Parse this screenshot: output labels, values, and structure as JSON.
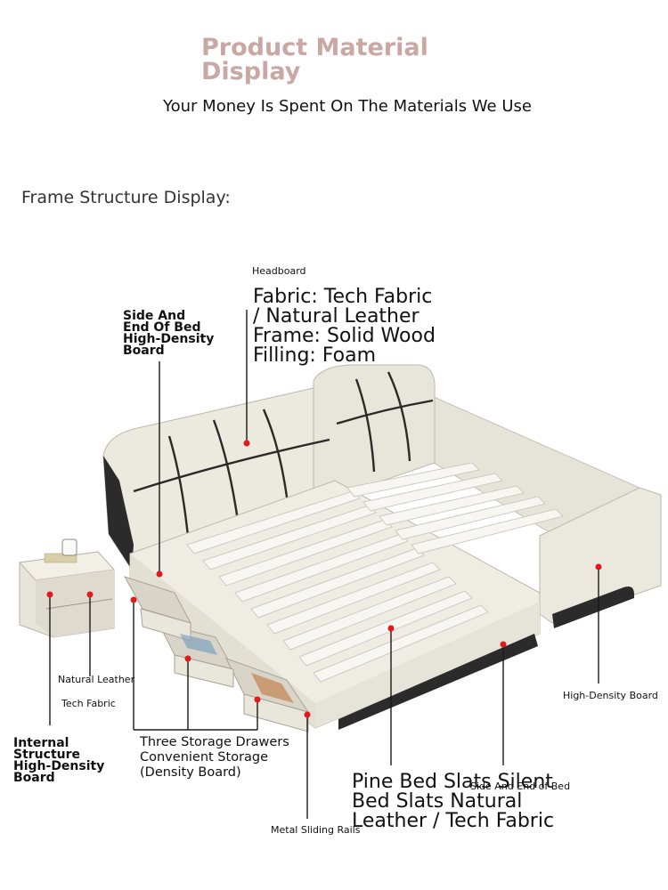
{
  "header": {
    "title_line1": "Product Material",
    "title_line2": "Display",
    "subtitle": "Your Money Is Spent On The Materials We Use"
  },
  "section": {
    "title": "Frame Structure Display:"
  },
  "callouts": {
    "headboard": "Headboard",
    "headboard_spec": [
      "Fabric: Tech Fabric",
      "/ Natural Leather",
      "Frame: Solid Wood",
      "Filling: Foam"
    ],
    "side_end": [
      "Side And",
      "End Of Bed",
      "High-Density",
      "Board"
    ],
    "natural_leather": "Natural Leather",
    "tech_fabric": "Tech Fabric",
    "internal_structure": [
      "Internal",
      "Structure",
      "High-Density",
      "Board"
    ],
    "drawers": [
      "Three Storage Drawers",
      "Convenient Storage",
      "(Density Board)"
    ],
    "high_density_board": "High-Density Board",
    "pine_slats": [
      "Pine Bed Slats Silent",
      "Bed Slats Natural",
      "Leather / Tech Fabric"
    ],
    "side_end_bed": "Side And End of Bed",
    "metal_rails": "Metal Sliding Rails"
  },
  "colors": {
    "title_accent": "#c9a7a3",
    "marker": "#e3191c",
    "leather": "#e9e6db",
    "trim": "#2b2b2b",
    "slat": "#f4f3ef",
    "wood": "#c28a55"
  }
}
